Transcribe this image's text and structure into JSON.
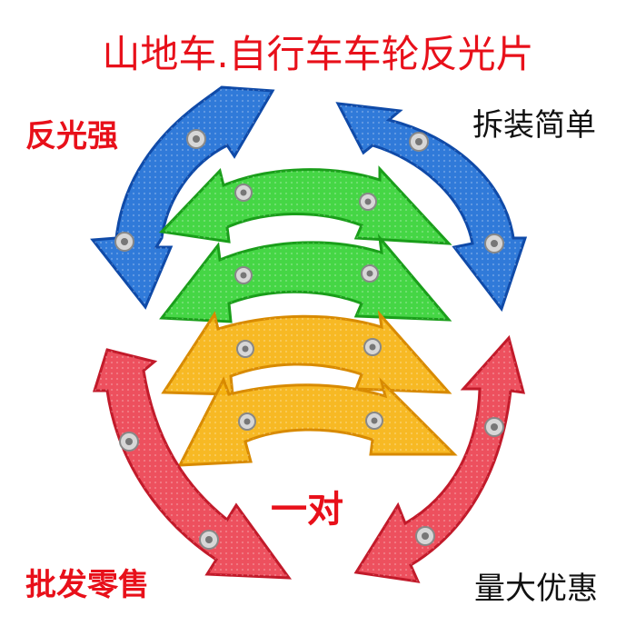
{
  "title": "山地车.自行车车轮反光片",
  "tags": {
    "top_left": "反光强",
    "top_right": "拆装简单",
    "center": "一对",
    "bottom_left": "批发零售",
    "bottom_right": "量大优惠"
  },
  "colors": {
    "title_text": "#e8101a",
    "tag_red": "#e8101a",
    "tag_dark": "#111111",
    "blue": "#1e6fd6",
    "blue_dark": "#0f4aa8",
    "green": "#35d335",
    "green_dark": "#1a9e1a",
    "orange": "#f6b311",
    "orange_dark": "#d88a00",
    "red": "#ec4150",
    "red_dark": "#c21a2a",
    "screw": "#d7d7d7"
  },
  "reflectors": [
    {
      "name": "blue-left",
      "color": "blue"
    },
    {
      "name": "blue-right",
      "color": "blue"
    },
    {
      "name": "green-top",
      "color": "green"
    },
    {
      "name": "green-bottom",
      "color": "green"
    },
    {
      "name": "orange-top",
      "color": "orange"
    },
    {
      "name": "orange-bottom",
      "color": "orange"
    },
    {
      "name": "red-left",
      "color": "red"
    },
    {
      "name": "red-right",
      "color": "red"
    }
  ]
}
